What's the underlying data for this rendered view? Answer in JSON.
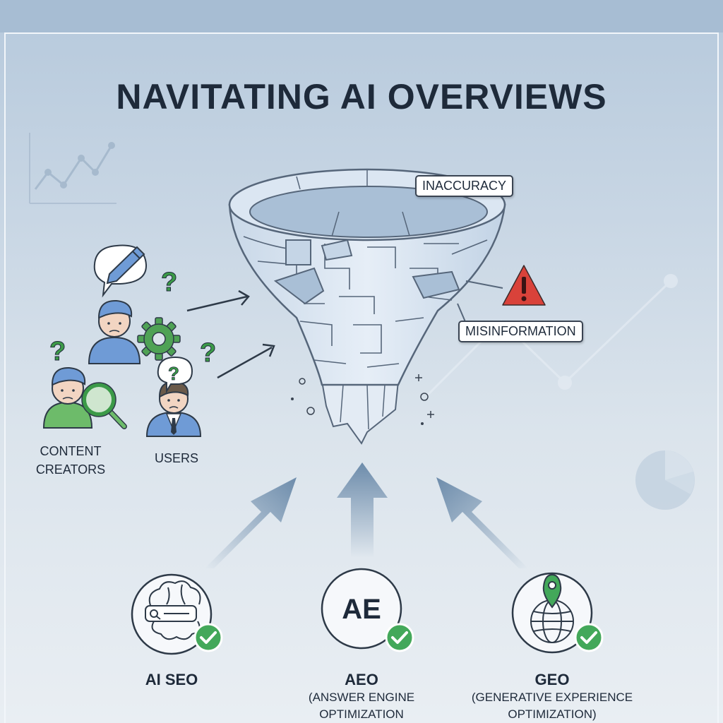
{
  "title": "NAVITATING AI OVERVIEWS",
  "funnel_tags": {
    "inaccuracy": "INACCURACY",
    "misinformation": "MISINFORMATION"
  },
  "groups": {
    "content_creators": [
      "CONTENT",
      "CREATORS"
    ],
    "users": "USERS"
  },
  "methods": [
    {
      "name": "AI SEO",
      "subtitle": []
    },
    {
      "name": "AEO",
      "logo_text": "AE",
      "subtitle": [
        "(ANSWER ENGINE",
        "OPTIMIZATION"
      ]
    },
    {
      "name": "GEO",
      "subtitle": [
        "(GENERATIVE EXPERIENCE",
        "OPTIMIZATION)"
      ]
    }
  ],
  "colors": {
    "title": "#1e2a3a",
    "check": "#43a85a",
    "warning": "#d9423a",
    "person_blue": "#6f9bd6",
    "person_green": "#6dbb6a",
    "funnel": "#dbe6f2",
    "arrow": "#6d8cab"
  },
  "icons": [
    "pencil-speech-icon",
    "question-icon",
    "gear-icon",
    "magnifier-icon",
    "warning-icon",
    "brain-search-icon",
    "globe-pin-icon",
    "check-icon",
    "line-chart-icon",
    "pie-chart-icon"
  ]
}
